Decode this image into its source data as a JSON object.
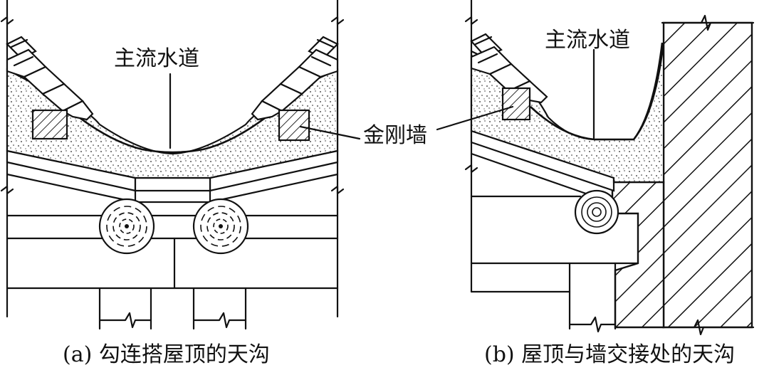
{
  "diagram_a": {
    "label_main_channel": "主流水道",
    "label_wall": "金刚墙",
    "caption": "(a) 勾连搭屋顶的天沟"
  },
  "diagram_b": {
    "label_main_channel": "主流水道",
    "caption": "(b) 屋顶与墙交接处的天沟"
  }
}
